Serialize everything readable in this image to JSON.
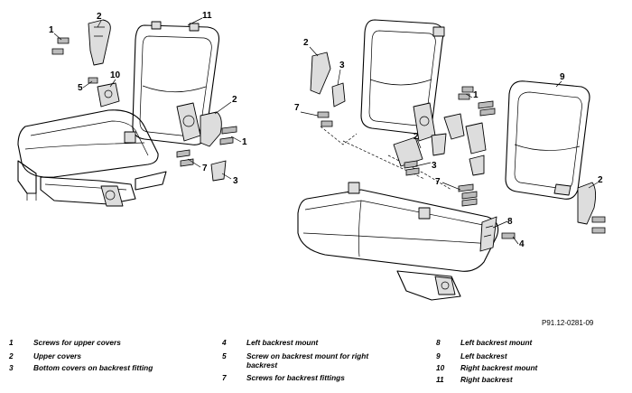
{
  "diagram": {
    "reference_code": "P91.12-0281-09",
    "callouts": [
      "1",
      "2",
      "10",
      "5",
      "11",
      "2",
      "1",
      "7",
      "3",
      "2",
      "3",
      "7",
      "1",
      "9",
      "2",
      "3",
      "7",
      "8",
      "4",
      "2"
    ]
  },
  "legend": [
    {
      "num": "1",
      "text": "Screws for upper covers"
    },
    {
      "num": "2",
      "text": "Upper covers"
    },
    {
      "num": "3",
      "text": "Bottom covers on backrest fitting"
    },
    {
      "num": "4",
      "text": "Left backrest mount"
    },
    {
      "num": "5",
      "text": "Screw on backrest mount for right backrest"
    },
    {
      "num": "7",
      "text": "Screws for backrest fittings"
    },
    {
      "num": "8",
      "text": "Left backrest mount"
    },
    {
      "num": "9",
      "text": "Left backrest"
    },
    {
      "num": "10",
      "text": "Right backrest mount"
    },
    {
      "num": "11",
      "text": "Right backrest"
    }
  ]
}
